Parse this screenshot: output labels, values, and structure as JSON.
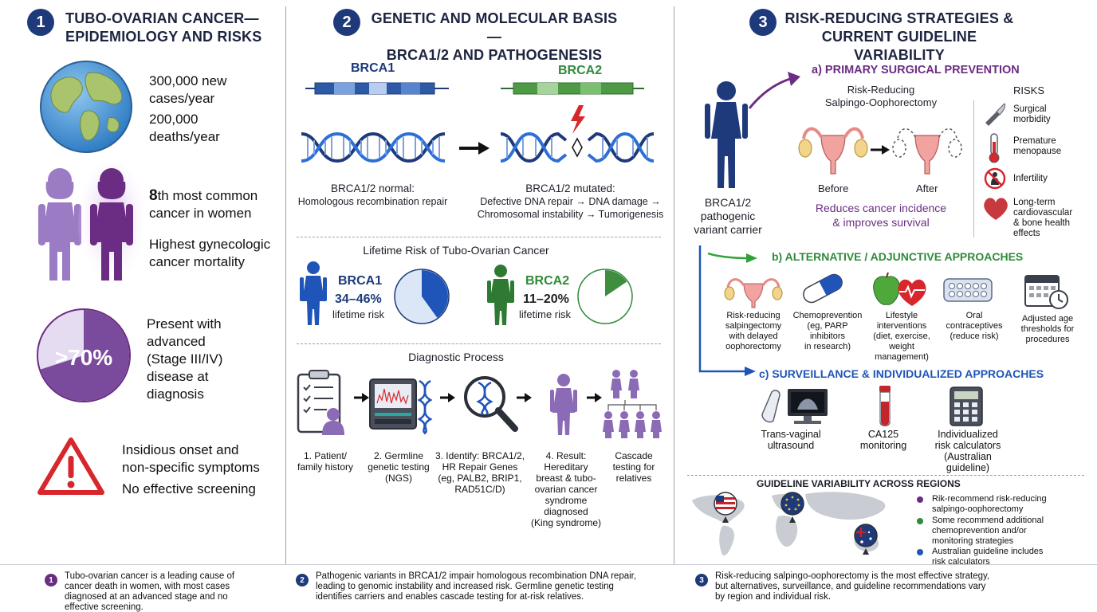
{
  "colors": {
    "navy": "#1e3a7a",
    "purple": "#6b2d83",
    "green": "#2f8a3a",
    "blue": "#1f55b8",
    "red": "#d7262c"
  },
  "panel1": {
    "badge": "1",
    "title_line1": "TUBO-OVARIAN CANCER—",
    "title_line2": "EPIDEMIOLOGY AND RISKS",
    "cases_line1": "300,000 new",
    "cases_line2": "cases/year",
    "deaths_line1": "200,000",
    "deaths_line2": "deaths/year",
    "rank_num": "8",
    "rank_suffix": "th most common",
    "rank_line2": "cancer in women",
    "mortality_line1": "Highest gynecologic",
    "mortality_line2": "cancer mortality",
    "advanced_pct": ">70%",
    "advanced_fraction": 0.7,
    "advanced_line1": "Present with",
    "advanced_line2": "advanced",
    "advanced_line3": "(Stage III/IV)",
    "advanced_line4": "disease at",
    "advanced_line5": "diagnosis",
    "onset_line1": "Insidious onset and",
    "onset_line2": "non-specific symptoms",
    "screening": "No effective screening"
  },
  "panel2": {
    "badge": "2",
    "title_line1": "GENETIC AND MOLECULAR BASIS—",
    "title_line2": "BRCA1/2 AND PATHOGENESIS",
    "brca1_label": "BRCA1",
    "brca2_label": "BRCA2",
    "normal_title": "BRCA1/2 normal:",
    "normal_desc": "Homologous recombination repair",
    "mutated_title": "BRCA1/2 mutated:",
    "mutated_desc1": "Defective DNA repair → DNA damage →",
    "mutated_desc2": "Chromosomal instability → Tumorigenesis",
    "lifetime_title": "Lifetime Risk of Tubo-Ovarian Cancer",
    "risk1_name": "BRCA1",
    "risk1_range": "34–46%",
    "risk1_sub": "lifetime risk",
    "risk1_fraction": 0.4,
    "risk2_name": "BRCA2",
    "risk2_range": "11–20%",
    "risk2_sub": "lifetime risk",
    "risk2_fraction": 0.155,
    "diag_title": "Diagnostic Process",
    "steps": [
      {
        "l1": "1. Patient/",
        "l2": "family history"
      },
      {
        "l1": "2. Germline",
        "l2": "genetic testing",
        "l3": "(NGS)"
      },
      {
        "l1": "3. Identify: BRCA1/2,",
        "l2": "HR Repair Genes",
        "l3": "(eg, PALB2, BRIP1,",
        "l4": "RAD51C/D)"
      },
      {
        "l1": "4. Result:",
        "l2": "Hereditary",
        "l3": "breast & tubo-",
        "l4": "ovarian cancer",
        "l5": "syndrome",
        "l6": "diagnosed",
        "l7": "(King syndrome)"
      },
      {
        "l1": "Cascade",
        "l2": "testing for",
        "l3": "relatives"
      }
    ]
  },
  "panel3": {
    "badge": "3",
    "title_line1": "RISK-REDUCING STRATEGIES &",
    "title_line2": "CURRENT GUIDELINE VARIABILITY",
    "carrier_line1": "BRCA1/2",
    "carrier_line2": "pathogenic",
    "carrier_line3": "variant carrier",
    "a_title": "a) PRIMARY SURGICAL PREVENTION",
    "rrso_line1": "Risk-Reducing",
    "rrso_line2": "Salpingo-Oophorectomy",
    "before": "Before",
    "after": "After",
    "benefit_line1": "Reduces cancer incidence",
    "benefit_line2": "& improves survival",
    "risks_title": "RISKS",
    "risks": [
      {
        "l1": "Surgical",
        "l2": "morbidity"
      },
      {
        "l1": "Premature",
        "l2": "menopause"
      },
      {
        "l1": "Infertility"
      },
      {
        "l1": "Long-term",
        "l2": "cardiovascular",
        "l3": "& bone health",
        "l4": "effects"
      }
    ],
    "b_title": "b) ALTERNATIVE / ADJUNCTIVE APPROACHES",
    "alternatives": [
      {
        "l1": "Risk-reducing",
        "l2": "salpingectomy",
        "l3": "with delayed",
        "l4": "oophorectomy"
      },
      {
        "l1": "Chemoprevention",
        "l2": "(eg, PARP",
        "l3": "inhibitors",
        "l4": "in research)"
      },
      {
        "l1": "Lifestyle",
        "l2": "interventions",
        "l3": "(diet, exercise,",
        "l4": "weight",
        "l5": "management)"
      },
      {
        "l1": "Oral",
        "l2": "contraceptives",
        "l3": "(reduce risk)"
      },
      {
        "l1": "Adjusted age",
        "l2": "thresholds for",
        "l3": "procedures"
      }
    ],
    "c_title": "c) SURVEILLANCE & INDIVIDUALIZED APPROACHES",
    "surveillance": [
      {
        "l1": "Trans-vaginal",
        "l2": "ultrasound"
      },
      {
        "l1": "CA125",
        "l2": "monitoring"
      },
      {
        "l1": "Individualized",
        "l2": "risk calculators",
        "l3": "(Australian",
        "l4": "guideline)"
      }
    ],
    "guide_title": "GUIDELINE VARIABILITY ACROSS REGIONS",
    "legend": [
      {
        "color": "#6b2d83",
        "l1": "Rik-recommend risk-reducing",
        "l2": "salpingo-oophorectomy"
      },
      {
        "color": "#2f8a3a",
        "l1": "Some recommend additional",
        "l2": "chemoprevention and/or",
        "l3": "monitoring strategies"
      },
      {
        "color": "#1f55b8",
        "l1": "Australian guideline includes",
        "l2": "risk calculators"
      }
    ]
  },
  "footer": [
    {
      "num": "1",
      "color": "#6b2d83",
      "l1": "Tubo-ovarian cancer is a leading cause of",
      "l2": "cancer death in women, with most cases",
      "l3": "diagnosed at an advanced stage and no",
      "l4": "effective screening."
    },
    {
      "num": "2",
      "color": "#1e3a7a",
      "l1": "Pathogenic variants in BRCA1/2 impair homologous recombination DNA repair,",
      "l2": "leading to genomic instability and increased risk. Germline genetic testing",
      "l3": "identifies carriers and enables cascade testing for at-risk relatives."
    },
    {
      "num": "3",
      "color": "#1e3a7a",
      "l1": "Risk-reducing salpingo-oophorectomy is the most effective strategy,",
      "l2": "but alternatives, surveillance, and guideline recommendations vary",
      "l3": "by region and individual risk."
    }
  ]
}
